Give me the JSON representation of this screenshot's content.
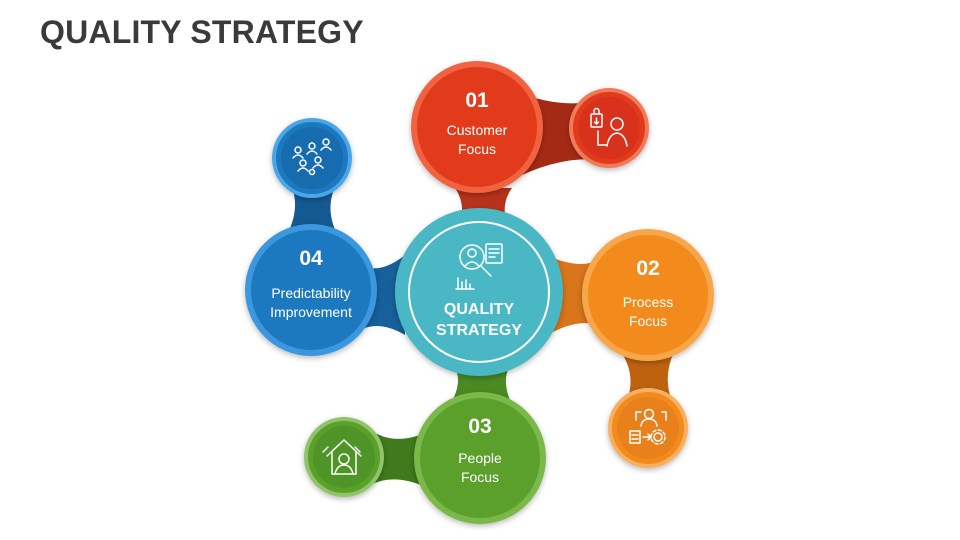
{
  "title": "QUALITY STRATEGY",
  "center": {
    "line1": "QUALITY",
    "line2": "STRATEGY",
    "icon": "quality-search-icon",
    "color": "#4ab8c4"
  },
  "nodes": [
    {
      "number": "01",
      "line1": "Customer",
      "line2": "Focus",
      "icon": "customer-shopping-icon",
      "color": "#e23a1e"
    },
    {
      "number": "02",
      "line1": "Process",
      "line2": "Focus",
      "icon": "process-gear-icon",
      "color": "#f28a1c"
    },
    {
      "number": "03",
      "line1": "People",
      "line2": "Focus",
      "icon": "people-house-icon",
      "color": "#5aa02c"
    },
    {
      "number": "04",
      "line1": "Predictability",
      "line2": "Improvement",
      "icon": "team-group-icon",
      "color": "#1c78bf"
    }
  ]
}
